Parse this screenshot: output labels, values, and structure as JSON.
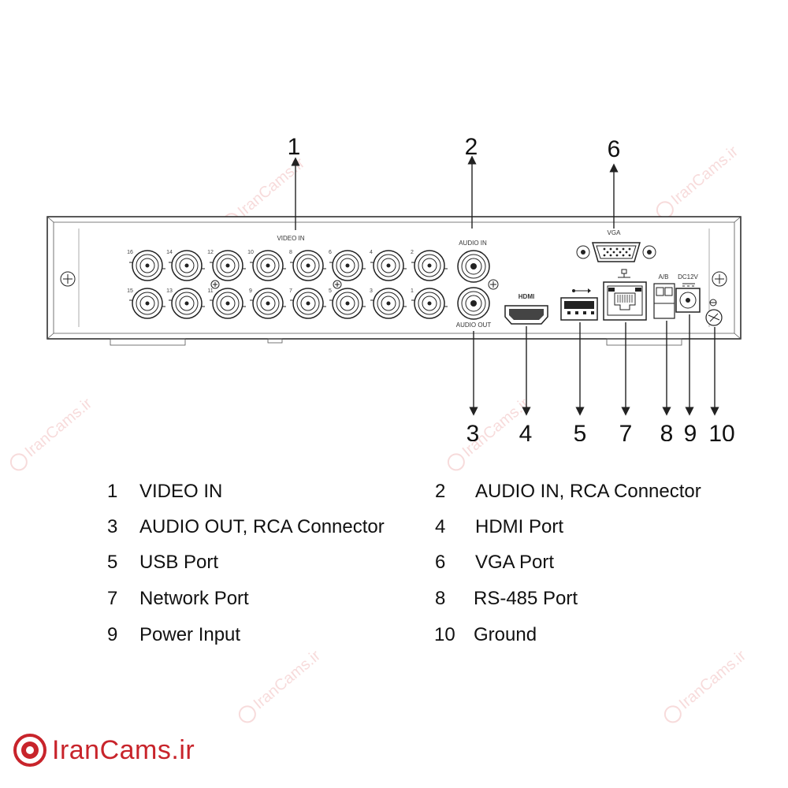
{
  "callouts": [
    "1",
    "2",
    "3",
    "4",
    "5",
    "6",
    "7",
    "8",
    "9",
    "10"
  ],
  "panel_labels": {
    "video_in": "VIDEO IN",
    "audio_in": "AUDIO IN",
    "audio_out": "AUDIO OUT",
    "vga": "VGA",
    "hdmi": "HDMI",
    "ab": "A/B",
    "dc": "DC12V"
  },
  "bnc_top_numbers": [
    "16",
    "14",
    "12",
    "10",
    "8",
    "6",
    "4",
    "2"
  ],
  "bnc_bottom_numbers": [
    "15",
    "13",
    "11",
    "9",
    "7",
    "5",
    "3",
    "1"
  ],
  "legend": [
    {
      "num": "1",
      "text": "VIDEO IN"
    },
    {
      "num": "2",
      "text": "AUDIO IN, RCA Connector"
    },
    {
      "num": "3",
      "text": "AUDIO OUT, RCA Connector"
    },
    {
      "num": "4",
      "text": "HDMI Port"
    },
    {
      "num": "5",
      "text": "USB Port"
    },
    {
      "num": "6",
      "text": "VGA Port"
    },
    {
      "num": "7",
      "text": "Network Port"
    },
    {
      "num": "8",
      "text": "RS-485 Port"
    },
    {
      "num": "9",
      "text": "Power Input"
    },
    {
      "num": "10",
      "text": "Ground"
    }
  ],
  "watermark": "IranCams.ir",
  "brand": "IranCams.ir",
  "colors": {
    "brand": "#c8242b",
    "line": "#222222"
  }
}
